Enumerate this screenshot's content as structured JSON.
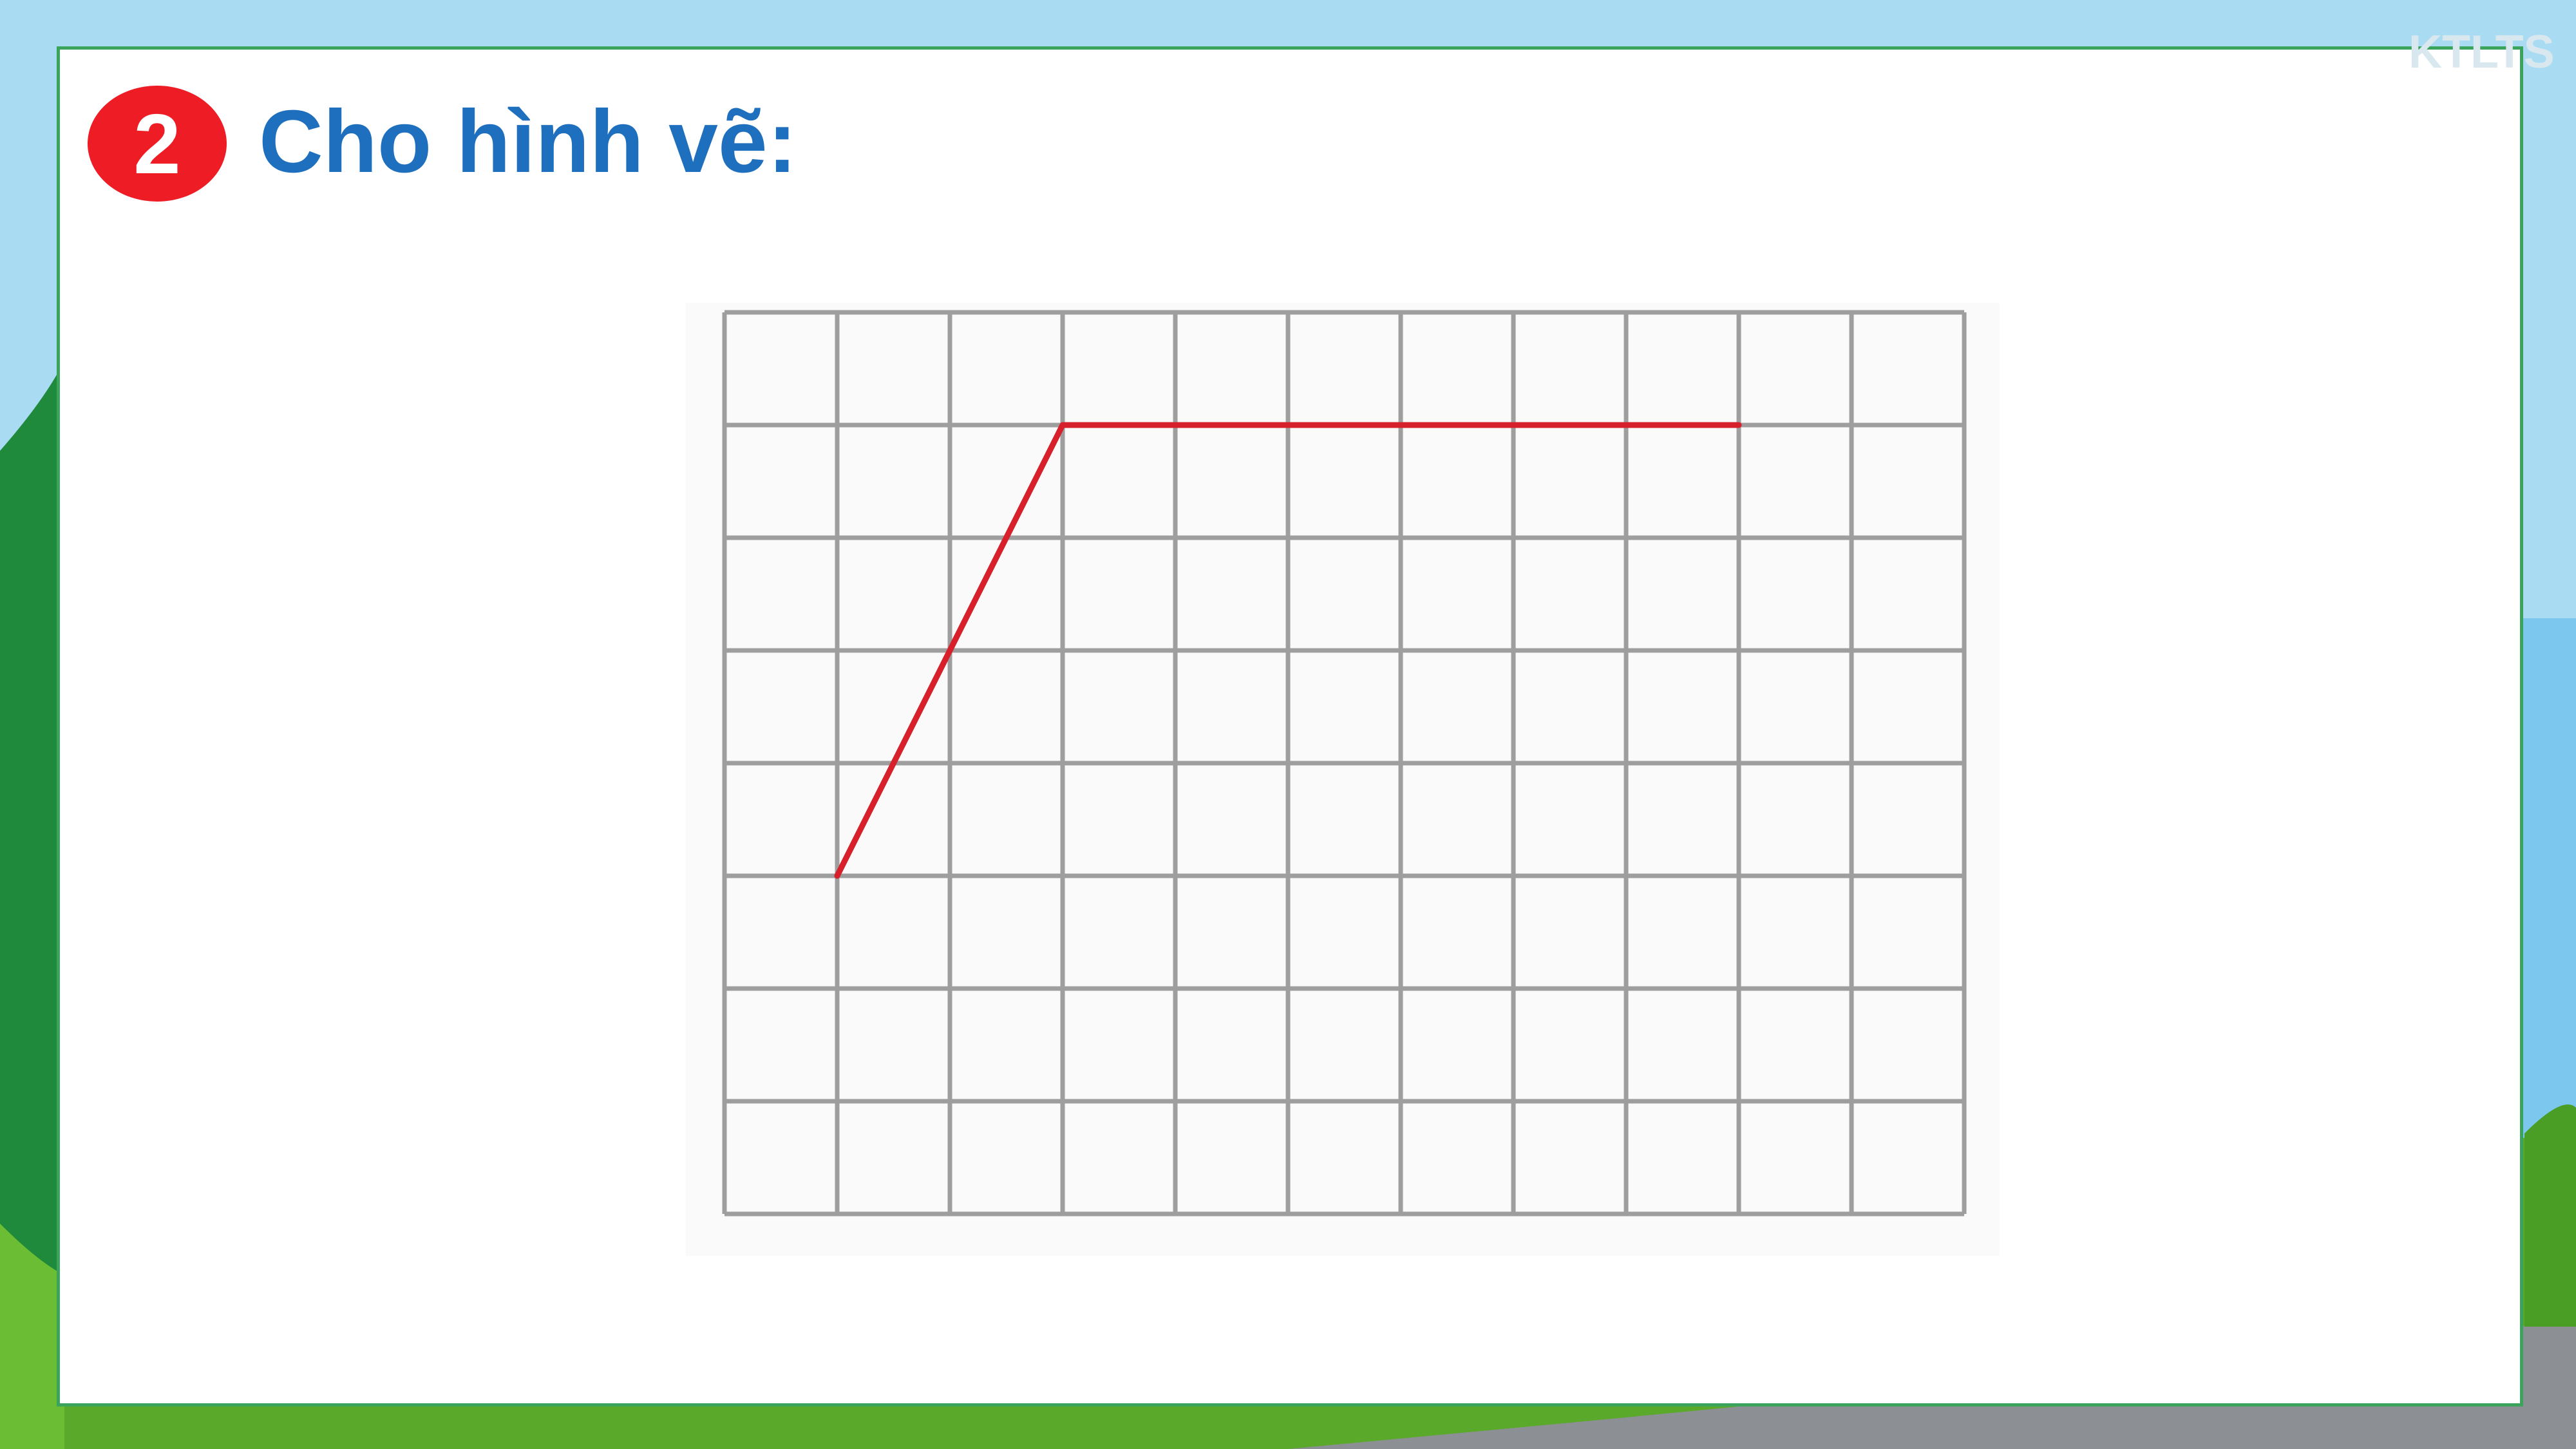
{
  "slide": {
    "number": "2",
    "title": "Cho hình vẽ:",
    "watermark": "KTLTS"
  },
  "colors": {
    "sky": "#a9dcf3",
    "grass": "#5aa92a",
    "tree": "#1f8a3b",
    "road": "#8c8f93",
    "card_border": "#3aa45c",
    "badge": "#ee1c25",
    "title": "#1f6fbf",
    "grid_line": "#9e9e9e",
    "path_line": "#d6202b"
  },
  "diagram": {
    "type": "grid-with-path",
    "grid": {
      "columns": 11,
      "rows": 8
    },
    "path_points": [
      {
        "col": 1,
        "row": 5
      },
      {
        "col": 3,
        "row": 1
      },
      {
        "col": 9,
        "row": 1
      }
    ]
  }
}
